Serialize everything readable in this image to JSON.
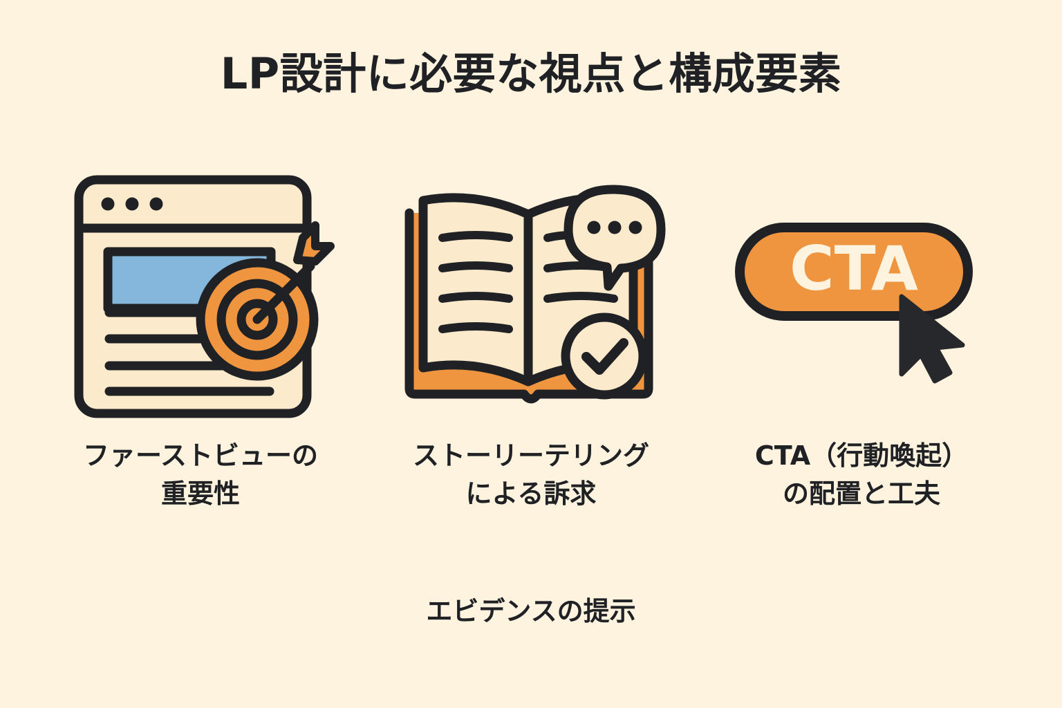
{
  "title": "LP設計に必要な視点と構成要素",
  "theme": {
    "background": "#FDF3DF",
    "ink": "#1F2124",
    "orange": "#F0953F",
    "blue": "#85B6DC",
    "paper": "#FBEBCC",
    "cream": "#FDF3DF"
  },
  "columns": [
    {
      "id": "first-view",
      "icon": "browser-window-with-target-icon",
      "icon_parts": [
        "browser-window",
        "browser-dot",
        "browser-dot",
        "browser-dot",
        "hero-image-block",
        "content-line",
        "content-line",
        "content-line",
        "content-line",
        "target-bullseye",
        "arrow"
      ],
      "caption_lines": [
        "ファーストビューの",
        "重要性"
      ]
    },
    {
      "id": "storytelling",
      "icon": "open-book-with-speech-bubble-icon",
      "icon_parts": [
        "open-book",
        "book-cover",
        "text-line",
        "text-line",
        "text-line",
        "text-line",
        "speech-bubble",
        "ellipsis-dot",
        "ellipsis-dot",
        "ellipsis-dot",
        "check-circle"
      ],
      "caption_lines": [
        "ストーリーテリング",
        "による訴求"
      ]
    },
    {
      "id": "cta",
      "icon": "cta-button-with-cursor-icon",
      "icon_parts": [
        "cta-button",
        "cursor-pointer"
      ],
      "button_label": "CTA",
      "caption_lines": [
        "CTA（行動喚起）",
        "の配置と工夫"
      ]
    }
  ],
  "footer_note": "エビデンスの提示"
}
